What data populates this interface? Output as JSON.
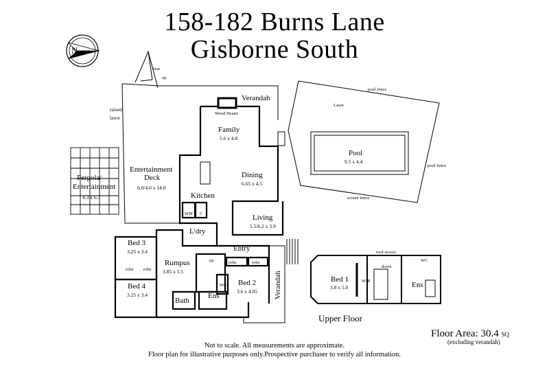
{
  "title": {
    "line1": "158-182 Burns Lane",
    "line2": "Gisborne South"
  },
  "labels": {
    "seat": "Seat",
    "up": "up",
    "raised_lawn_1": "raised",
    "raised_lawn_2": "lawn",
    "verandah_top": "Verandah",
    "wood_heater": "Wood Heater",
    "pool_fence_top": "pool fence",
    "lawn": "Lawn",
    "pergola_1": "Pergola/",
    "pergola_2": "Entertainment",
    "pergola_dim": "4.3 x 6.7",
    "ent_deck_1": "Entertainment",
    "ent_deck_2": "Deck",
    "ent_deck_dim": "6.0/4.0 x 14.0",
    "family": "Family",
    "family_dim": "5.6 x 4.8",
    "dining": "Dining",
    "dining_dim": "6.65 x 4.5",
    "pool": "Pool",
    "pool_dim": "9.5 x 4.4",
    "pool_fence_right": "pool fence",
    "screen_fence": "screen fence",
    "kitchen": "Kitchen",
    "wip": "WIP",
    "c": "C",
    "living": "Living",
    "living_dim": "5.5/6.2 x 3.9",
    "ldry": "L'dry",
    "entry": "Entry",
    "bed3": "Bed 3",
    "bed3_dim": "3.25 x 3.4",
    "robe1": "robe",
    "robe2": "robe",
    "rumpus": "Rumpus",
    "rumpus_dim": "3.85 x 5.5",
    "bed4": "Bed 4",
    "bed4_dim": "3.25 x 3.4",
    "bath": "Bath",
    "up2": "up",
    "wc": "WC",
    "ens": "Ens",
    "robe3": "robe",
    "robe4": "robe",
    "bed2": "Bed 2",
    "bed2_dim": "3.6 x 4.05",
    "verandah_side": "Verandah",
    "roof_access": "roof access",
    "down": "down",
    "wc2": "WC",
    "bed1": "Bed 1",
    "bed1_dim": "3.8 x 5.0",
    "wir": "WIR",
    "ens2": "Ens"
  },
  "upper_floor": "Upper Floor",
  "floor_area": {
    "label": "Floor Area: 30.4",
    "unit": "SQ",
    "note": "(excluding verandah)"
  },
  "notes": {
    "line1": "Not to scale. All measurements are approximate.",
    "line2": "Floor plan for illustrative purposes only.Prospective purchaser to verify all information."
  }
}
